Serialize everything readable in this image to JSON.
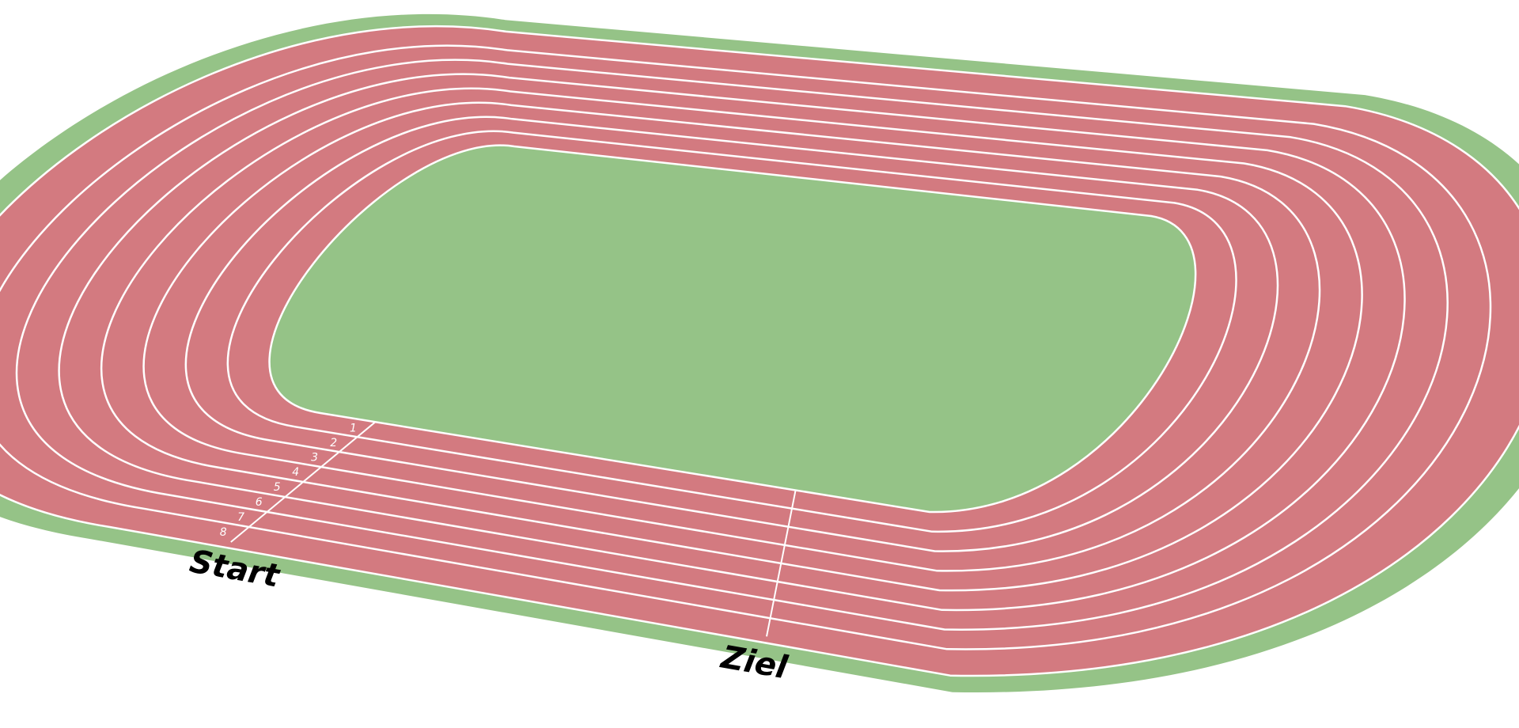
{
  "colors": {
    "track": "#d37a80",
    "grass": "#95c387",
    "line": "#ffffff",
    "label": "#000000"
  },
  "lanes": [
    "1",
    "2",
    "3",
    "4",
    "5",
    "6",
    "7",
    "8"
  ],
  "labels": {
    "start": "Start",
    "finish": "Ziel"
  }
}
